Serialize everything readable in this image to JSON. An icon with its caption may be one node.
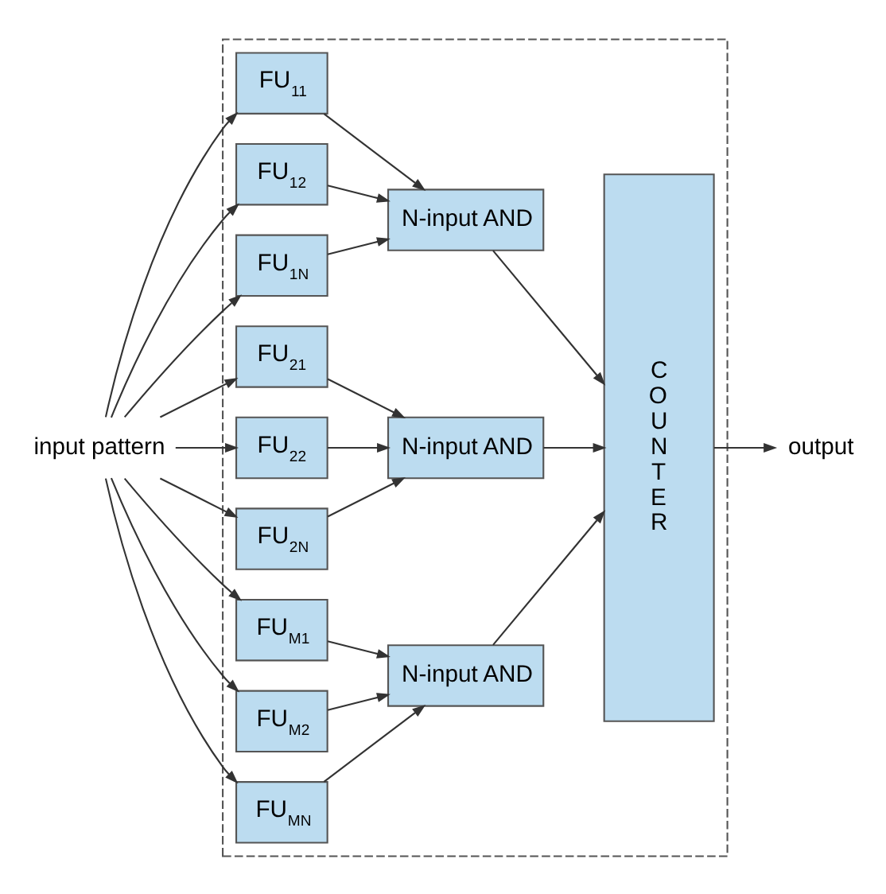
{
  "diagram": {
    "nodes": [
      {
        "text": [],
        "shape": "box"
      },
      {
        "text": [
          "input pattern"
        ]
      },
      {
        "text": [
          "FU$_{11}$"
        ],
        "in": 0
      },
      {
        "text": [
          "FU$_{12}$"
        ],
        "in": 0
      },
      {
        "text": [
          "FU$_{1N}$"
        ],
        "in": 0
      },
      {
        "text": [
          "N-input AND"
        ],
        "in": 0
      },
      {
        "text": [
          "FU$_{21}$"
        ],
        "in": 0
      },
      {
        "text": [
          "FU$_{22}$"
        ],
        "in": 0
      },
      {
        "text": [
          "FU$_{2N}$"
        ],
        "in": 0
      },
      {
        "text": [
          "N-input AND"
        ],
        "in": 0
      },
      {
        "text": [
          "FU$_{M1}$"
        ],
        "in": 0
      },
      {
        "text": [
          "FU$_{M2}$"
        ],
        "in": 0
      },
      {
        "text": [
          "FU$_{MN}$"
        ],
        "in": 0
      },
      {
        "text": [
          "N-input AND"
        ],
        "in": 0
      },
      {
        "text": [
          "COUNTER"
        ],
        "in": 0
      },
      {
        "text": [
          "output"
        ]
      }
    ],
    "edges": [
      {
        "from": 1,
        "to": 2,
        "arrow": "to"
      },
      {
        "from": 1,
        "to": 3,
        "arrow": "to"
      },
      {
        "from": 1,
        "to": 4,
        "arrow": "to"
      },
      {
        "from": 1,
        "to": 6,
        "arrow": "to"
      },
      {
        "from": 1,
        "to": 7,
        "arrow": "to"
      },
      {
        "from": 1,
        "to": 8,
        "arrow": "to"
      },
      {
        "from": 1,
        "to": 10,
        "arrow": "to"
      },
      {
        "from": 1,
        "to": 11,
        "arrow": "to"
      },
      {
        "from": 1,
        "to": 12,
        "arrow": "to"
      },
      {
        "from": 2,
        "to": 5,
        "arrow": "to"
      },
      {
        "from": 3,
        "to": 5,
        "arrow": "to"
      },
      {
        "from": 4,
        "to": 5,
        "arrow": "to"
      },
      {
        "from": 6,
        "to": 9,
        "arrow": "to"
      },
      {
        "from": 7,
        "to": 9,
        "arrow": "to"
      },
      {
        "from": 8,
        "to": 9,
        "arrow": "to"
      },
      {
        "from": 10,
        "to": 13,
        "arrow": "to"
      },
      {
        "from": 11,
        "to": 13,
        "arrow": "to"
      },
      {
        "from": 12,
        "to": 13,
        "arrow": "to"
      },
      {
        "from": 5,
        "to": 14,
        "arrow": "to"
      },
      {
        "from": 9,
        "to": 14,
        "arrow": "to"
      },
      {
        "from": 13,
        "to": 14,
        "arrow": "to"
      },
      {
        "from": 14,
        "to": 15,
        "arrow": "to"
      }
    ]
  }
}
